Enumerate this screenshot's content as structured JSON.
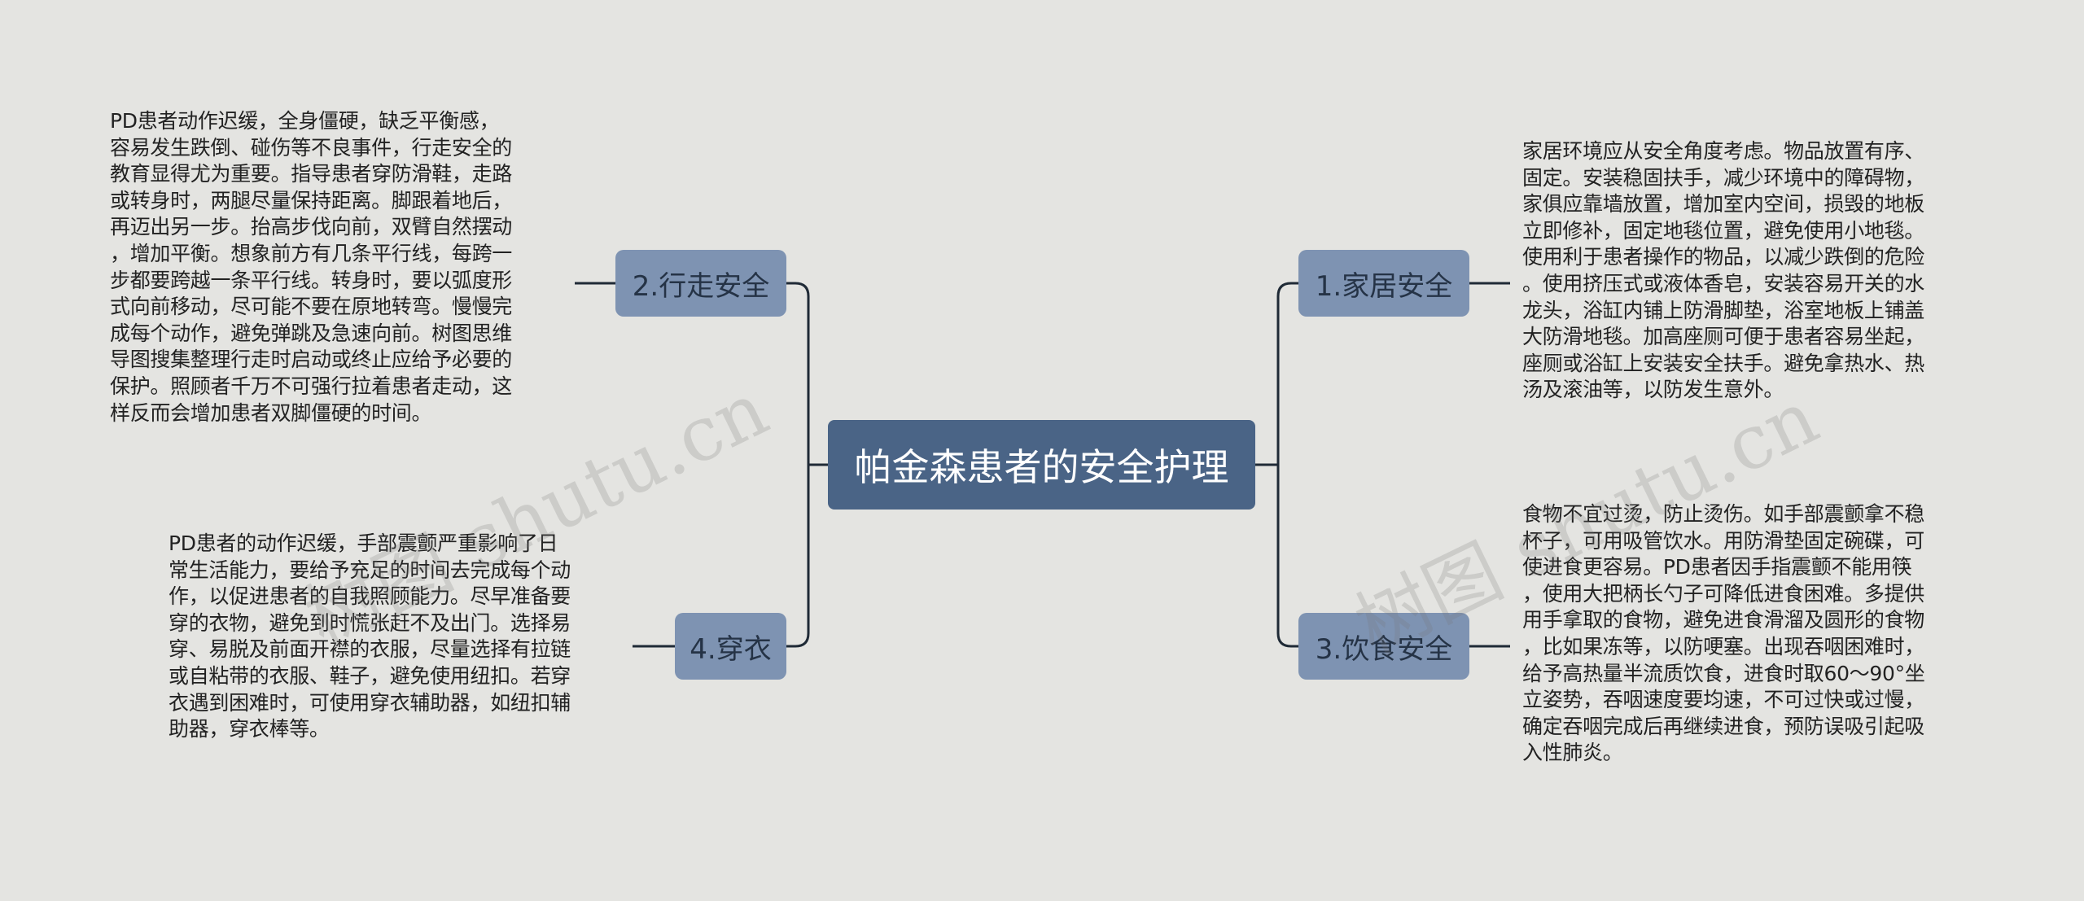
{
  "root": {
    "title": "帕金森患者的安全护理"
  },
  "branches": [
    {
      "label": "1.家居安全",
      "text": "家居环境应从安全角度考虑。物品放置有序、\n固定。安装稳固扶手，减少环境中的障碍物，\n家俱应靠墙放置，增加室内空间，损毁的地板\n立即修补，固定地毯位置，避免使用小地毯。\n使用利于患者操作的物品，以减少跌倒的危险\n。使用挤压式或液体香皂，安装容易开关的水\n龙头，浴缸内铺上防滑脚垫，浴室地板上铺盖\n大防滑地毯。加高座厕可便于患者容易坐起，\n座厕或浴缸上安装安全扶手。避免拿热水、热\n汤及滚油等，以防发生意外。"
    },
    {
      "label": "2.行走安全",
      "text": "PD患者动作迟缓，全身僵硬，缺乏平衡感，\n容易发生跌倒、碰伤等不良事件，行走安全的\n教育显得尤为重要。指导患者穿防滑鞋，走路\n或转身时，两腿尽量保持距离。脚跟着地后，\n再迈出另一步。抬高步伐向前，双臂自然摆动\n，增加平衡。想象前方有几条平行线，每跨一\n步都要跨越一条平行线。转身时，要以弧度形\n式向前移动，尽可能不要在原地转弯。慢慢完\n成每个动作，避免弹跳及急速向前。树图思维\n导图搜集整理行走时启动或终止应给予必要的\n保护。照顾者千万不可强行拉着患者走动，这\n样反而会增加患者双脚僵硬的时间。"
    },
    {
      "label": "3.饮食安全",
      "text": "食物不宜过烫，防止烫伤。如手部震颤拿不稳\n杯子，可用吸管饮水。用防滑垫固定碗碟，可\n使进食更容易。PD患者因手指震颤不能用筷\n，使用大把柄长勺子可降低进食困难。多提供\n用手拿取的食物，避免进食滑溜及圆形的食物\n，比如果冻等，以防哽塞。出现吞咽困难时，\n给予高热量半流质饮食，进食时取60～90°坐\n立姿势，吞咽速度要均速，不可过快或过慢，\n确定吞咽完成后再继续进食，预防误吸引起吸\n入性肺炎。"
    },
    {
      "label": "4.穿衣",
      "text": "PD患者的动作迟缓，手部震颤严重影响了日\n常生活能力，要给予充足的时间去完成每个动\n作，以促进患者的自我照顾能力。尽早准备要\n穿的衣物，避免到时慌张赶不及出门。选择易\n穿、易脱及前面开襟的衣服，尽量选择有拉链\n或自粘带的衣服、鞋子，避免使用纽扣。若穿\n衣遇到困难时，可使用穿衣辅助器，如纽扣辅\n助器，穿衣棒等。"
    }
  ],
  "watermark": "树图 shutu.cn",
  "colors": {
    "background": "#e4e4e1",
    "root_fill": "#4a6486",
    "branch_fill": "#7e93b2",
    "line": "#1f2a36"
  }
}
